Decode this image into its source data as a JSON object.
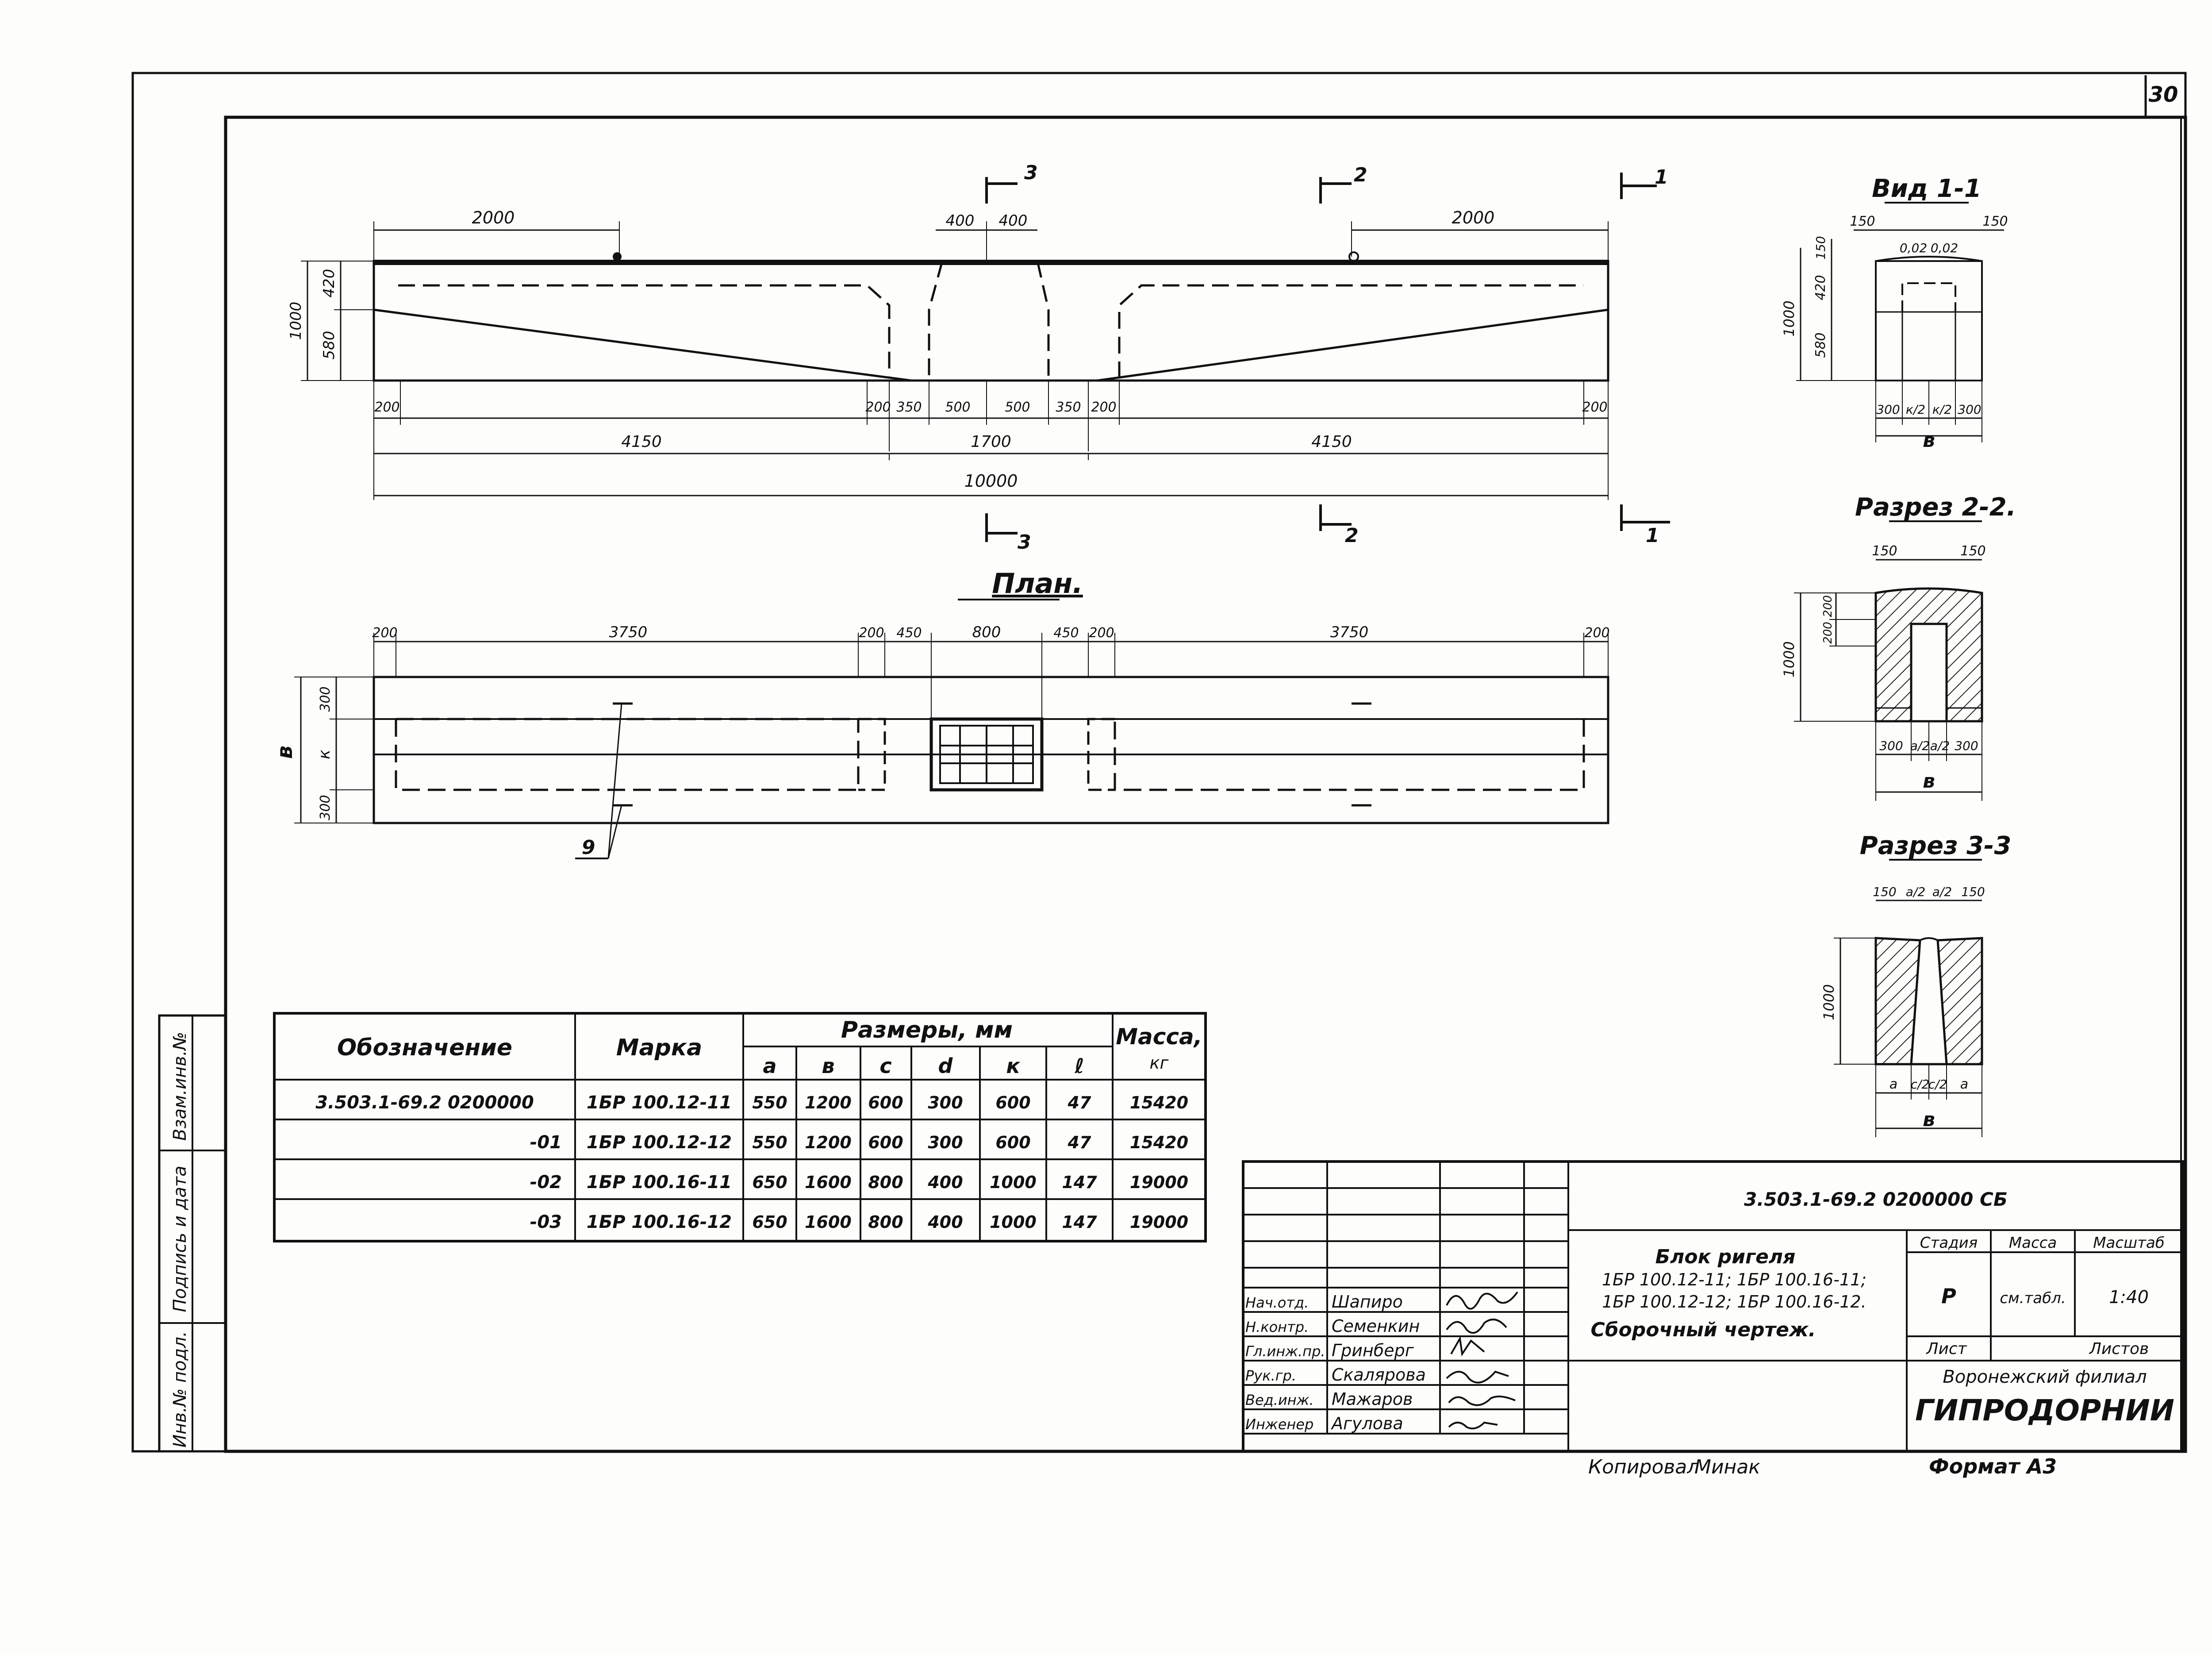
{
  "sheet_number": "30",
  "elevation": {
    "dims_top_left": "2000",
    "dims_top_right": "2000",
    "dim_center_a": "400",
    "dim_center_b": "400",
    "dim_h_total": "1000",
    "dim_h_top": "420",
    "dim_h_bottom": "580",
    "dims_bottom": [
      "200",
      "4150",
      "200",
      "350",
      "500",
      "500",
      "350",
      "200",
      "4150",
      "200"
    ],
    "dim_1700": "1700",
    "dim_total": "10000",
    "section_marks": [
      "3",
      "2",
      "1"
    ]
  },
  "plan": {
    "title": "План.",
    "dims_top": [
      "200",
      "3750",
      "200",
      "450",
      "800",
      "450",
      "200",
      "3750",
      "200"
    ],
    "dims_side": [
      "300",
      "к",
      "300"
    ],
    "side_label": "в",
    "callout": "9"
  },
  "view_1_1": {
    "title": "Вид 1-1",
    "dims_top": [
      "150",
      "0,02",
      "0,02",
      "150"
    ],
    "dims_left": [
      "1000",
      "150",
      "420",
      "580"
    ],
    "dims_bottom": [
      "300",
      "к/2",
      "к/2",
      "300"
    ],
    "bottom_label": "в"
  },
  "section_2_2": {
    "title": "Разрез 2-2.",
    "dims_top": [
      "150",
      "150"
    ],
    "dims_left": [
      "1000",
      "200",
      "200"
    ],
    "dims_bottom": [
      "300",
      "а/2",
      "а/2",
      "300"
    ],
    "bottom_label": "в"
  },
  "section_3_3": {
    "title": "Разрез 3-3",
    "dims_top": [
      "150",
      "а/2",
      "а/2",
      "150"
    ],
    "dims_left": [
      "1000"
    ],
    "dims_bottom": [
      "а",
      "с/2",
      "с/2",
      "а"
    ],
    "bottom_label": "в"
  },
  "spec_table": {
    "headers": {
      "designation": "Обозначение",
      "mark": "Марка",
      "dimensions": "Размеры, мм",
      "mass": "Масса,",
      "mass_unit": "кг"
    },
    "dim_cols": [
      "а",
      "в",
      "с",
      "d",
      "к",
      "ℓ"
    ],
    "rows": [
      {
        "designation": "3.503.1-69.2 0200000",
        "mark": "1БР 100.12-11",
        "values": [
          "550",
          "1200",
          "600",
          "300",
          "600",
          "47"
        ],
        "mass": "15420"
      },
      {
        "designation": "-01",
        "mark": "1БР 100.12-12",
        "values": [
          "550",
          "1200",
          "600",
          "300",
          "600",
          "47"
        ],
        "mass": "15420"
      },
      {
        "designation": "-02",
        "mark": "1БР 100.16-11",
        "values": [
          "650",
          "1600",
          "800",
          "400",
          "1000",
          "147"
        ],
        "mass": "19000"
      },
      {
        "designation": "-03",
        "mark": "1БР 100.16-12",
        "values": [
          "650",
          "1600",
          "800",
          "400",
          "1000",
          "147"
        ],
        "mass": "19000"
      }
    ]
  },
  "side_stamp": [
    "Взам.инв.№",
    "Подпись и дата",
    "Инв.№ подл."
  ],
  "title_block": {
    "doc_code": "3.503.1-69.2 0200000 СБ",
    "name_lines": [
      "Блок ригеля",
      "1БР 100.12-11;  1БР 100.16-11;",
      "1БР 100.12-12;  1БР 100.16-12.",
      "Сборочный чертеж."
    ],
    "stage_label": "Стадия",
    "mass_label": "Масса",
    "scale_label": "Масштаб",
    "stage": "Р",
    "mass": "см.табл.",
    "scale": "1:40",
    "sheet_label": "Лист",
    "sheets_label": "Листов",
    "org_line1": "Воронежский филиал",
    "org_line2": "ГИПРОДОРНИИ",
    "roles": [
      {
        "role": "Нач.отд.",
        "name": "Шапиро"
      },
      {
        "role": "Н.контр.",
        "name": "Семенкин"
      },
      {
        "role": "Гл.инж.пр.",
        "name": "Гринберг"
      },
      {
        "role": "Рук.гр.",
        "name": "Скалярова"
      },
      {
        "role": "Вед.инж.",
        "name": "Мажаров"
      },
      {
        "role": "Инженер",
        "name": "Агулова"
      }
    ],
    "copied": "Копировал",
    "copied_name": "Минак",
    "format": "Формат А3"
  }
}
